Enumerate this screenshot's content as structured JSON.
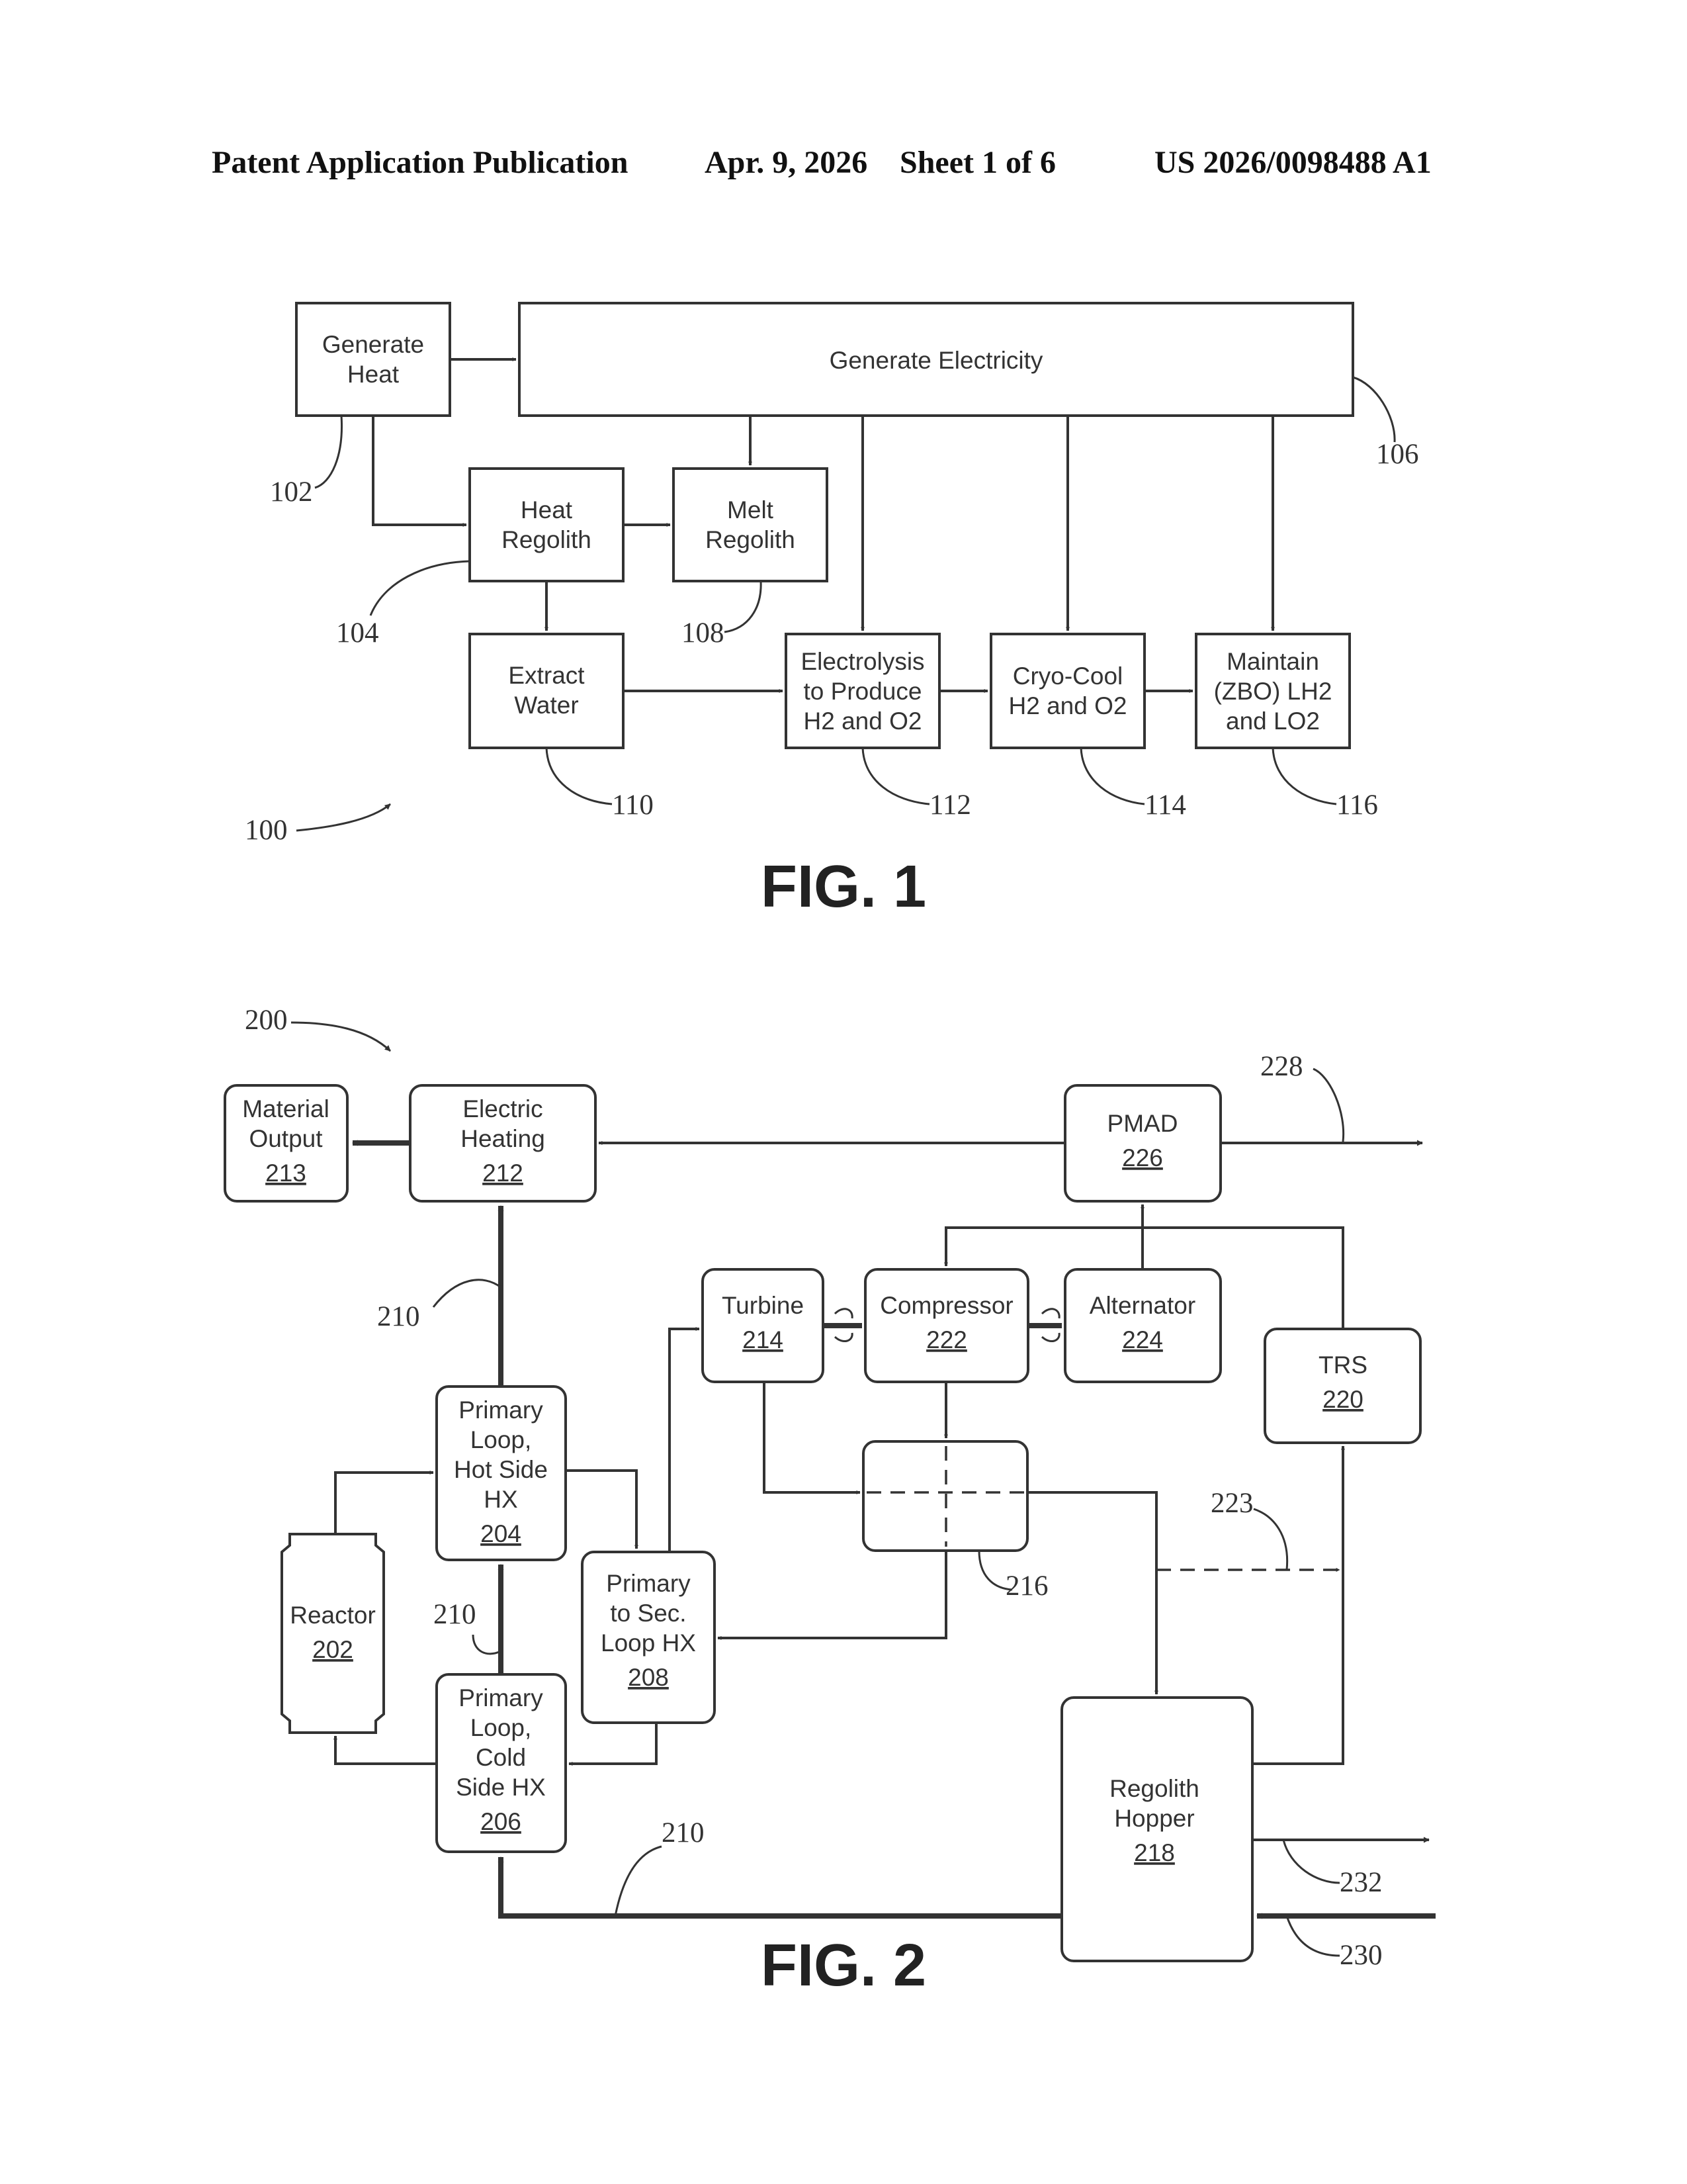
{
  "header": {
    "left": "Patent Application Publication",
    "date": "Apr. 9, 2026",
    "sheet": "Sheet 1 of 6",
    "pub_number": "US 2026/0098488 A1"
  },
  "fig1": {
    "caption": "FIG. 1",
    "ref_overall": "100",
    "boxes": {
      "generate_heat": {
        "lines": [
          "Generate",
          "Heat"
        ],
        "ref": "102"
      },
      "generate_electricity": {
        "lines": [
          "Generate Electricity"
        ],
        "ref": "106"
      },
      "heat_regolith": {
        "lines": [
          "Heat",
          "Regolith"
        ],
        "ref": "104"
      },
      "melt_regolith": {
        "lines": [
          "Melt",
          "Regolith"
        ],
        "ref": "108"
      },
      "extract_water": {
        "lines": [
          "Extract",
          "Water"
        ],
        "ref": "110"
      },
      "electrolysis": {
        "lines": [
          "Electrolysis",
          "to Produce",
          "H2 and O2"
        ],
        "ref": "112"
      },
      "cryo_cool": {
        "lines": [
          "Cryo-Cool",
          "H2 and O2"
        ],
        "ref": "114"
      },
      "maintain": {
        "lines": [
          "Maintain",
          "(ZBO) LH2",
          "and LO2"
        ],
        "ref": "116"
      }
    }
  },
  "fig2": {
    "caption": "FIG. 2",
    "ref_overall": "200",
    "boxes": {
      "material_output": {
        "lines": [
          "Material",
          "Output"
        ],
        "ref": "213"
      },
      "electric_heating": {
        "lines": [
          "Electric",
          "Heating"
        ],
        "ref": "212"
      },
      "pmad": {
        "lines": [
          "PMAD"
        ],
        "ref": "226"
      },
      "turbine": {
        "lines": [
          "Turbine"
        ],
        "ref": "214"
      },
      "compressor": {
        "lines": [
          "Compressor"
        ],
        "ref": "222"
      },
      "alternator": {
        "lines": [
          "Alternator"
        ],
        "ref": "224"
      },
      "trs": {
        "lines": [
          "TRS"
        ],
        "ref": "220"
      },
      "hot_side_hx": {
        "lines": [
          "Primary",
          "Loop,",
          "Hot Side",
          "HX"
        ],
        "ref": "204"
      },
      "reactor": {
        "lines": [
          "Reactor"
        ],
        "ref": "202"
      },
      "primary_sec_hx": {
        "lines": [
          "Primary",
          "to Sec.",
          "Loop HX"
        ],
        "ref": "208"
      },
      "cold_side_hx": {
        "lines": [
          "Primary",
          "Loop,",
          "Cold",
          "Side HX"
        ],
        "ref": "206"
      },
      "regolith_hopper": {
        "lines": [
          "Regolith",
          "Hopper"
        ],
        "ref": "218"
      }
    },
    "refs": {
      "recuperator": "216",
      "loop_a": "210",
      "loop_b": "210",
      "loop_c": "210",
      "power_out": "228",
      "waste_heat": "223",
      "regolith_in": "230",
      "regolith_out": "232"
    }
  }
}
